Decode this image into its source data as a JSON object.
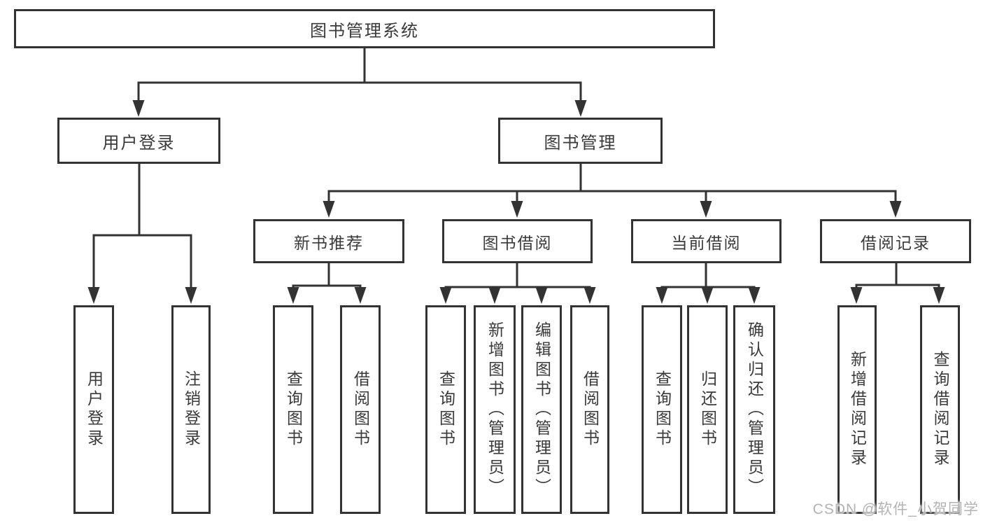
{
  "diagram": {
    "root": {
      "label": "图书管理系统"
    },
    "branches": [
      {
        "label": "用户登录",
        "children": [
          {
            "label": "用户登录"
          },
          {
            "label": "注销登录"
          }
        ]
      },
      {
        "label": "图书管理",
        "groups": [
          {
            "label": "新书推荐",
            "children": [
              {
                "label": "查询图书"
              },
              {
                "label": "借阅图书"
              }
            ]
          },
          {
            "label": "图书借阅",
            "children": [
              {
                "label": "查询图书"
              },
              {
                "label": "新增图书（管理员）"
              },
              {
                "label": "编辑图书（管理员）"
              },
              {
                "label": "借阅图书"
              }
            ]
          },
          {
            "label": "当前借阅",
            "children": [
              {
                "label": "查询图书"
              },
              {
                "label": "归还图书"
              },
              {
                "label": "确认归还（管理员）"
              }
            ]
          },
          {
            "label": "借阅记录",
            "children": [
              {
                "label": "新增借阅记录"
              },
              {
                "label": "查询借阅记录"
              }
            ]
          }
        ]
      }
    ]
  },
  "watermark": {
    "text": "CSDN @软件_小贺同学"
  },
  "colors": {
    "line": "#333333",
    "text": "#3a3a3a",
    "box_bg": "#ffffff",
    "watermark": "#b3b3b3"
  }
}
